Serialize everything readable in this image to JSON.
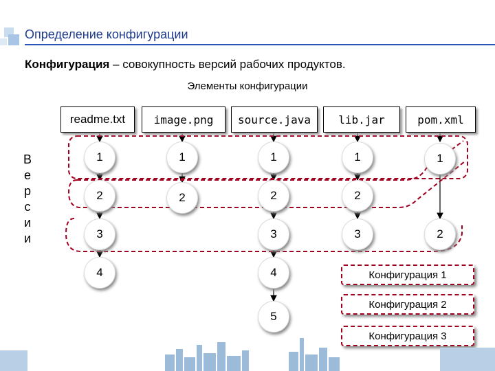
{
  "slide": {
    "title": "Определение конфигурации",
    "definition_term": "Конфигурация",
    "definition_rest": " – совокупность версий рабочих продуктов.",
    "heading": "Элементы конфигурации",
    "versions_label": [
      "В",
      "е",
      "р",
      "с",
      "и",
      "и"
    ]
  },
  "files": [
    "readme.txt",
    "image.png",
    "source.java",
    "lib.jar",
    "pom.xml"
  ],
  "nodes": {
    "readme": [
      "1",
      "2",
      "3",
      "4"
    ],
    "image": [
      "1",
      "2"
    ],
    "source": [
      "1",
      "2",
      "3",
      "4",
      "5"
    ],
    "lib": [
      "1",
      "2",
      "3"
    ],
    "pom": [
      "1",
      "2"
    ]
  },
  "legend": [
    "Конфигурация 1",
    "Конфигурация 2",
    "Конфигурация 3"
  ],
  "colors": {
    "title": "#1f3b8c",
    "config_outline": "#a00020",
    "rule": "#2a55b8"
  }
}
